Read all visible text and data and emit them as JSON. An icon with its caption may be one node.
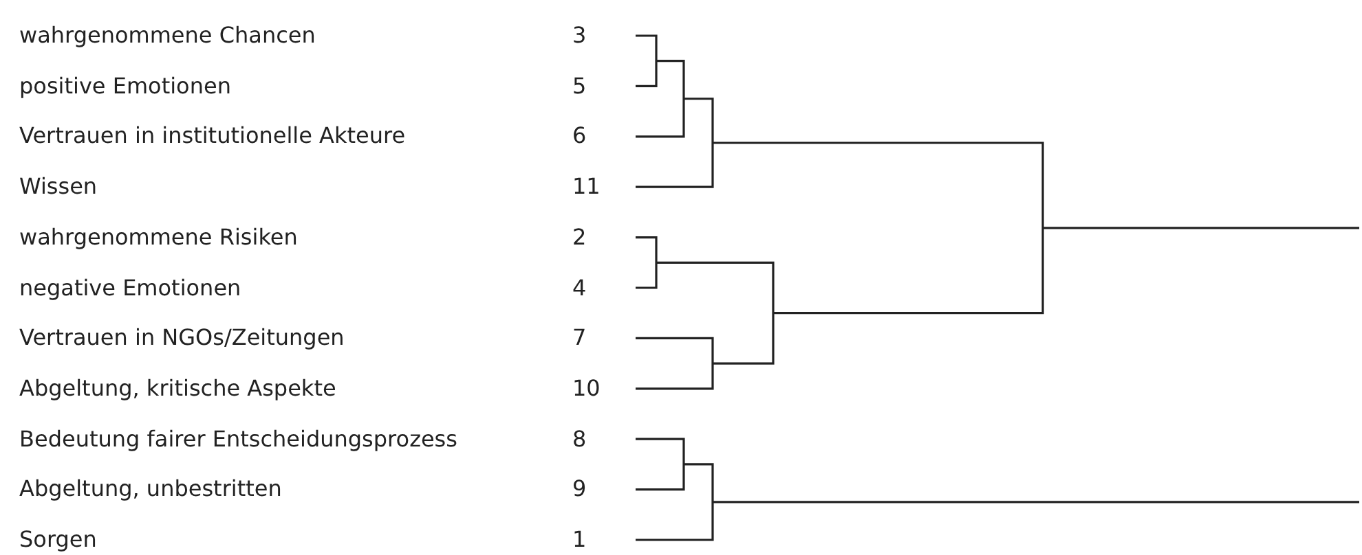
{
  "diagram": {
    "labels": [
      "wahrgenommene Chancen",
      "3",
      "positive Emotionen",
      "5",
      "Vertrauen in institutionelle Akteure",
      "6",
      "Wissen",
      "11",
      "wahrgenommene Risiken",
      "2",
      "negative Emotionen",
      "4",
      "Vertrauen in NGOs/Zeitungen",
      "7",
      "Abgeltung, kritische Aspekte",
      "10",
      "Bedeutung fairer Entscheidungsprozess",
      "8",
      "Abgeltung, unbestritten",
      "9",
      "Sorgen",
      "1"
    ]
  }
}
